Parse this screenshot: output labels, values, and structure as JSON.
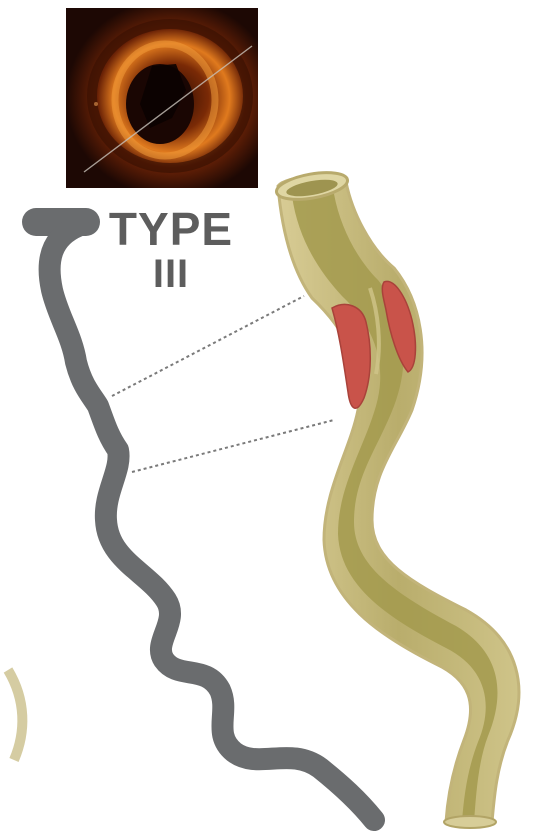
{
  "figure": {
    "label_word": "TYPE",
    "label_numeral": "III"
  },
  "colors": {
    "guidewire_gray": "#6a6c6e",
    "vessel_wall_tan": "#bfb277",
    "vessel_lumen_olive": "#a39a4e",
    "dissection_flap_red": "#c9534a",
    "oct_glow_orange": "#e07a1e",
    "label_gray": "#5d5d5d"
  },
  "icons": {
    "oct_thumbnail": "oct-cross-section-image",
    "guidewire": "angiographic-silhouette",
    "vessel": "coronary-vessel-illustration"
  }
}
